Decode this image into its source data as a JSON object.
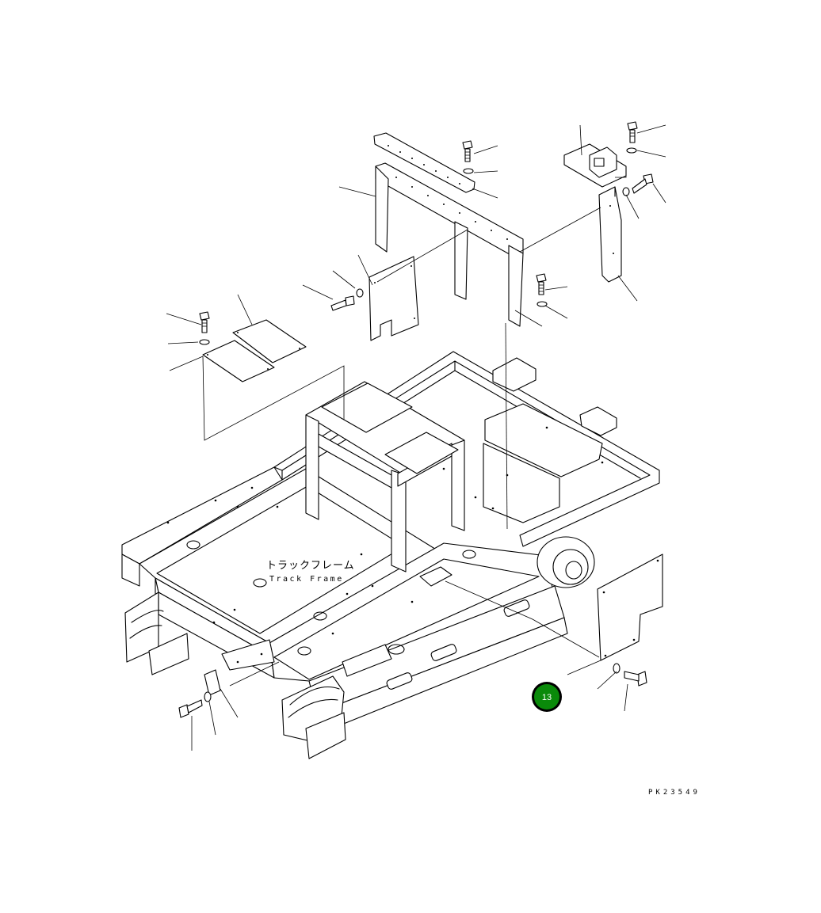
{
  "diagram": {
    "label_jp": "トラックフレーム",
    "label_en": "Track Frame",
    "drawing_code": "PK23549",
    "callout": {
      "number": "13",
      "fill_color": "#0a8a0a",
      "ring_color": "#000000"
    }
  }
}
